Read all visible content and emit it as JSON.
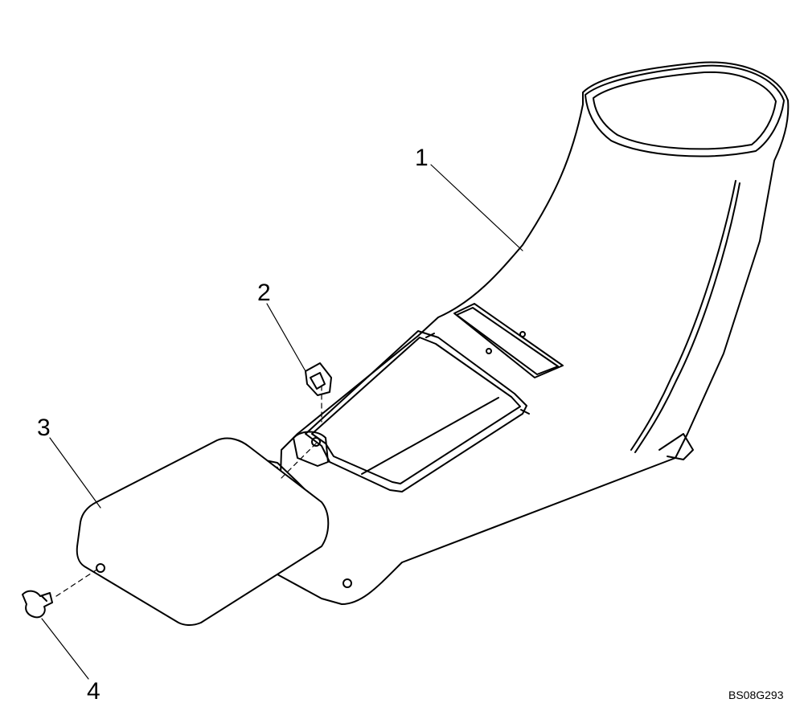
{
  "callouts": [
    {
      "id": "1",
      "label": "1"
    },
    {
      "id": "2",
      "label": "2"
    },
    {
      "id": "3",
      "label": "3"
    },
    {
      "id": "4",
      "label": "4"
    }
  ],
  "reference_code": "BS08G293"
}
